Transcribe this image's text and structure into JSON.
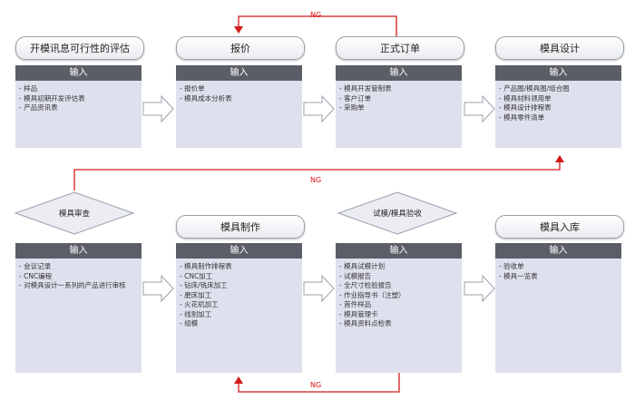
{
  "row1": [
    {
      "title": "开模讯息可行性的评估",
      "input_label": "输入",
      "items": [
        "- 样品",
        "- 模具初期开发评估表",
        "- 产品资讯表"
      ]
    },
    {
      "title": "报价",
      "input_label": "输入",
      "items": [
        "- 报价单",
        "- 模具成本分析表"
      ]
    },
    {
      "title": "正式订单",
      "input_label": "输入",
      "items": [
        "- 模具开发管制表",
        "- 客户订单",
        "- 采购单"
      ]
    },
    {
      "title": "模具设计",
      "input_label": "输入",
      "items": [
        "- 产品图/模具图/组合图",
        "- 模具材料领用单",
        "- 模具设计排程表",
        "- 模具零件清单"
      ]
    }
  ],
  "row2": [
    {
      "title": "模具审查",
      "input_label": "输入",
      "items": [
        "- 会议记录",
        "- CNC编程",
        "- 对模具设计一系列的产品进行审核"
      ]
    },
    {
      "title": "模具制作",
      "input_label": "输入",
      "items": [
        "- 模具制作排程表",
        "- CNC加工",
        "- 钻床/铣床加工",
        "- 磨床加工",
        "- 火花机加工",
        "- 线割加工",
        "- 组模"
      ]
    },
    {
      "title": "试模/模具验收",
      "input_label": "输入",
      "items": [
        "- 模具试模计划",
        "- 试模报告",
        "- 全尺寸检验报告",
        "- 作业指导书（注塑）",
        "- 首件样品",
        "- 模具管理卡",
        "- 模具资料点检表"
      ]
    },
    {
      "title": "模具入库",
      "input_label": "输入",
      "items": [
        "- 验收单",
        "- 模具一览表"
      ]
    }
  ],
  "ng_labels": {
    "top": "NG",
    "middle": "NG",
    "bottom": "NG"
  },
  "colors": {
    "ng_line": "#d11a1a",
    "input_head": "#5b5e66",
    "input_body": "#dfe0ee"
  }
}
